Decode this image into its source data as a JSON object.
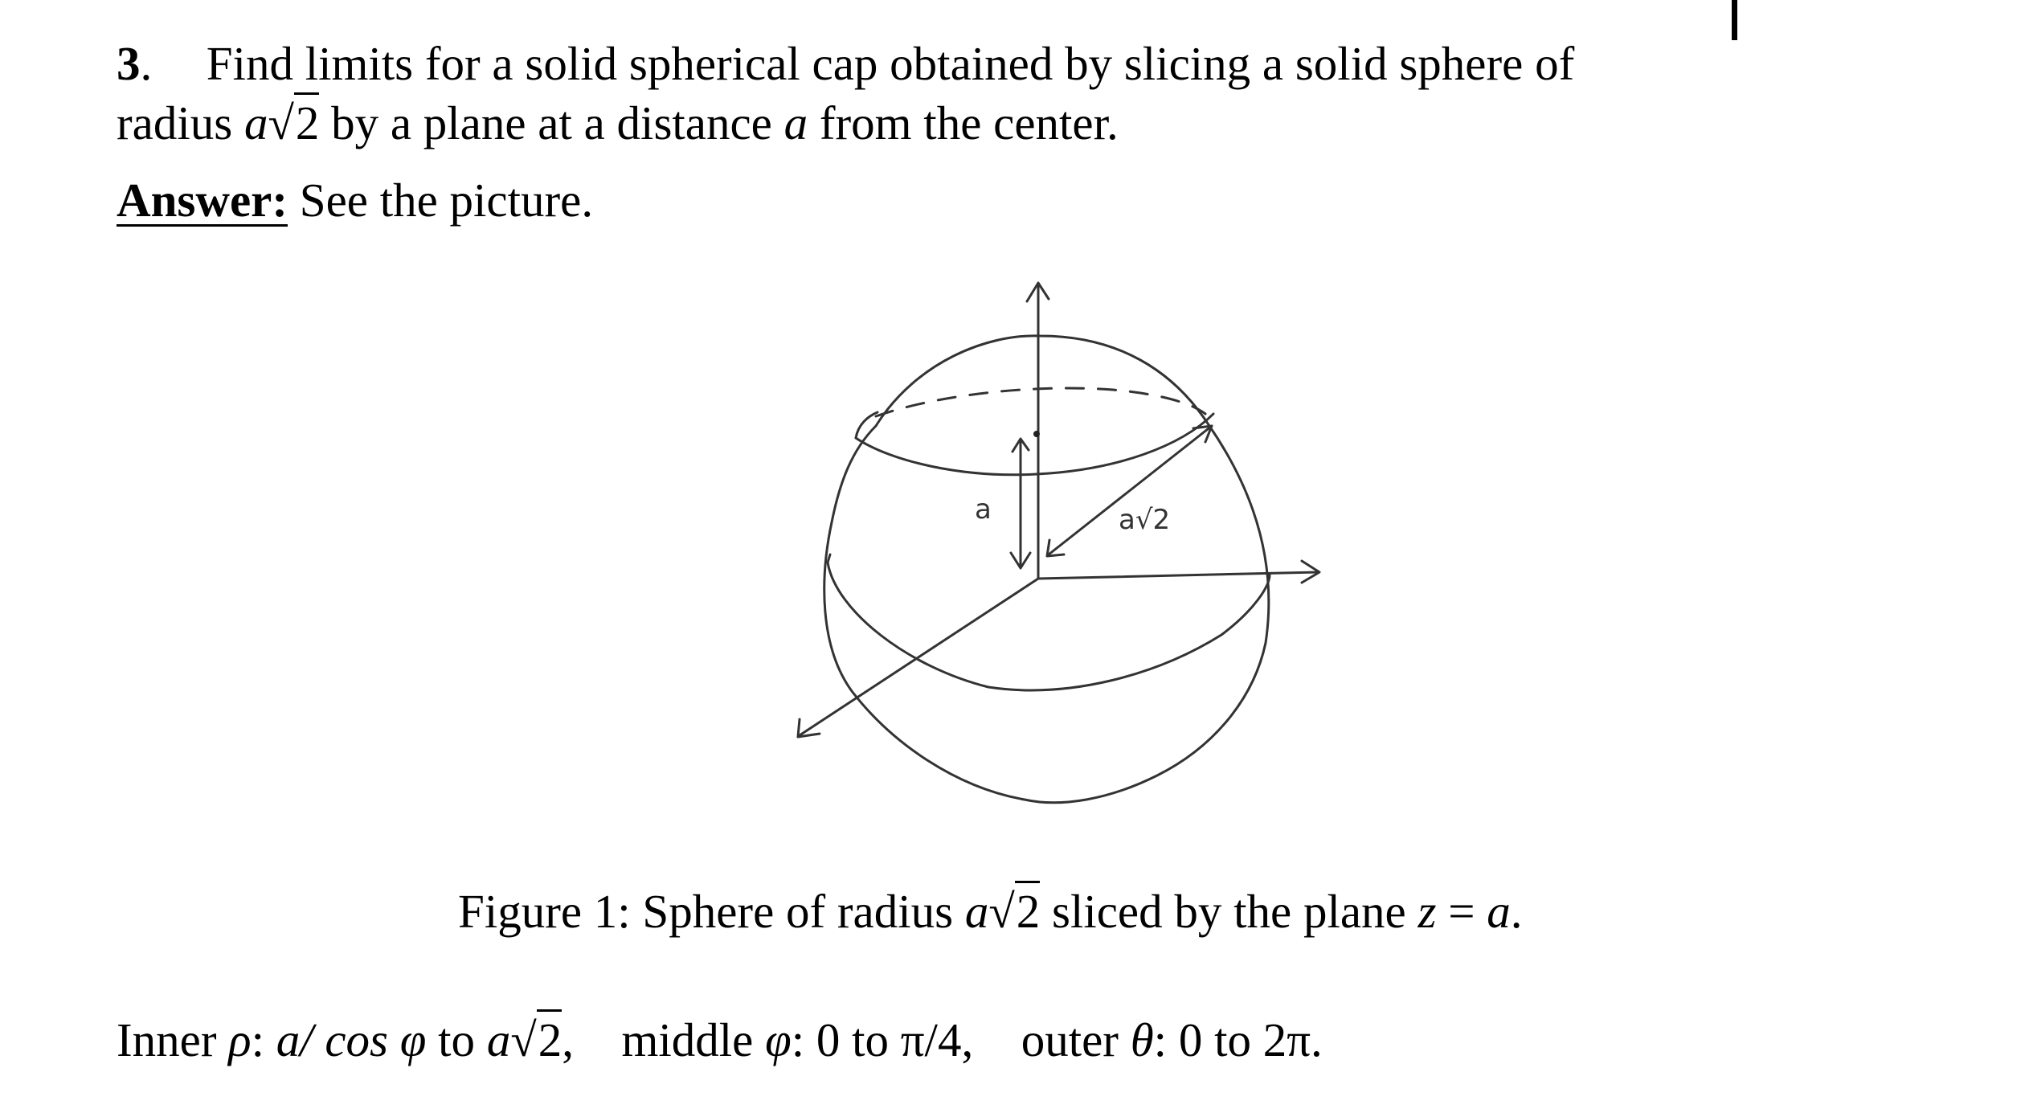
{
  "problem": {
    "number": "3",
    "number_suffix": ".",
    "line1": "Find limits for a solid spherical cap obtained by slicing a solid sphere of",
    "line2_prefix": "radius",
    "var_a": "a",
    "sqrt_two": "2",
    "line2_suffix": "by a plane at a distance",
    "line2_var": "a",
    "line2_end": "from the center."
  },
  "answer": {
    "label": "Answer:",
    "text": "See the picture."
  },
  "figure": {
    "label_a": "a",
    "label_a_sqrt2": "a√2",
    "caption_prefix": "Figure 1: Sphere of radius",
    "caption_var": "a",
    "caption_sqrt": "2",
    "caption_middle": "sliced by the plane",
    "caption_z": "z",
    "caption_eq": "=",
    "caption_end_var": "a",
    "caption_period": "."
  },
  "limits": {
    "inner_label": "Inner",
    "rho": "ρ",
    "inner_from": "a/ cos φ",
    "to1": "to",
    "inner_to_var": "a",
    "inner_to_sqrt": "2",
    "comma1": ",",
    "middle_label": "middle",
    "phi": "φ",
    "middle_range": "0 to π/4,",
    "outer_label": "outer",
    "theta": "θ",
    "outer_range": "0 to 2π."
  }
}
